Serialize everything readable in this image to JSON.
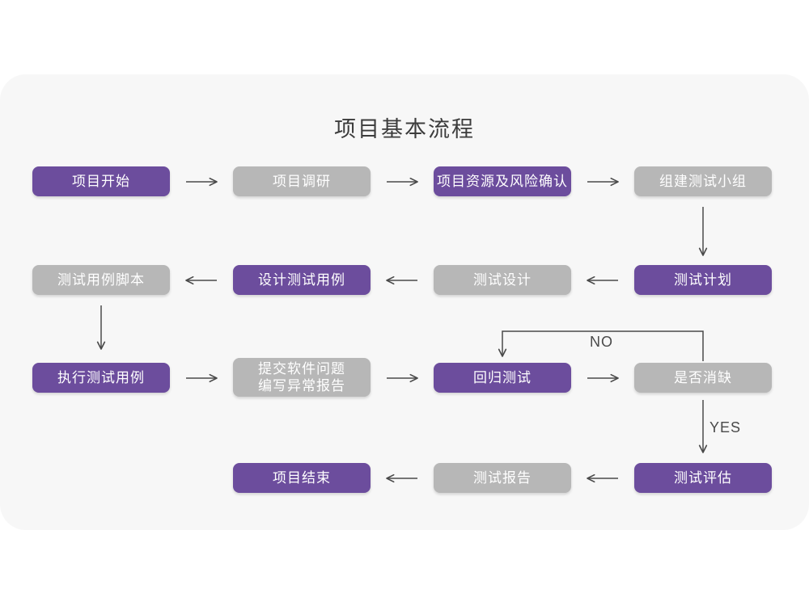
{
  "title": "项目基本流程",
  "colors": {
    "purple": "#6C4D9D",
    "gray": "#B7B7B7",
    "arrow": "#4A4A4A",
    "card_bg": "#F7F7F7",
    "page_bg": "#FFFFFF",
    "title_text": "#3C3C3C",
    "node_text": "#FFFFFF"
  },
  "branch_labels": {
    "no": "NO",
    "yes": "YES"
  },
  "nodes": [
    {
      "id": "project-start",
      "label": "项目开始",
      "variant": "purple"
    },
    {
      "id": "project-research",
      "label": "项目调研",
      "variant": "gray"
    },
    {
      "id": "resource-risk",
      "label": "项目资源及风险确认",
      "variant": "purple"
    },
    {
      "id": "build-test-team",
      "label": "组建测试小组",
      "variant": "gray"
    },
    {
      "id": "test-plan",
      "label": "测试计划",
      "variant": "purple"
    },
    {
      "id": "test-design",
      "label": "测试设计",
      "variant": "gray"
    },
    {
      "id": "design-test-cases",
      "label": "设计测试用例",
      "variant": "purple"
    },
    {
      "id": "test-case-script",
      "label": "测试用例脚本",
      "variant": "gray"
    },
    {
      "id": "execute-test-cases",
      "label": "执行测试用例",
      "variant": "purple"
    },
    {
      "id": "submit-issue-report",
      "label": "提交软件问题\n编写异常报告",
      "variant": "gray"
    },
    {
      "id": "regression-test",
      "label": "回归测试",
      "variant": "purple"
    },
    {
      "id": "defect-resolved",
      "label": "是否消缺",
      "variant": "gray"
    },
    {
      "id": "test-evaluation",
      "label": "测试评估",
      "variant": "purple"
    },
    {
      "id": "test-report",
      "label": "测试报告",
      "variant": "gray"
    },
    {
      "id": "project-end",
      "label": "项目结束",
      "variant": "purple"
    }
  ],
  "edges": [
    {
      "from": "project-start",
      "to": "project-research"
    },
    {
      "from": "project-research",
      "to": "resource-risk"
    },
    {
      "from": "resource-risk",
      "to": "build-test-team"
    },
    {
      "from": "build-test-team",
      "to": "test-plan"
    },
    {
      "from": "test-plan",
      "to": "test-design"
    },
    {
      "from": "test-design",
      "to": "design-test-cases"
    },
    {
      "from": "design-test-cases",
      "to": "test-case-script"
    },
    {
      "from": "test-case-script",
      "to": "execute-test-cases"
    },
    {
      "from": "execute-test-cases",
      "to": "submit-issue-report"
    },
    {
      "from": "submit-issue-report",
      "to": "regression-test"
    },
    {
      "from": "regression-test",
      "to": "defect-resolved"
    },
    {
      "from": "defect-resolved",
      "to": "regression-test",
      "label": "NO"
    },
    {
      "from": "defect-resolved",
      "to": "test-evaluation",
      "label": "YES"
    },
    {
      "from": "test-evaluation",
      "to": "test-report"
    },
    {
      "from": "test-report",
      "to": "project-end"
    }
  ]
}
